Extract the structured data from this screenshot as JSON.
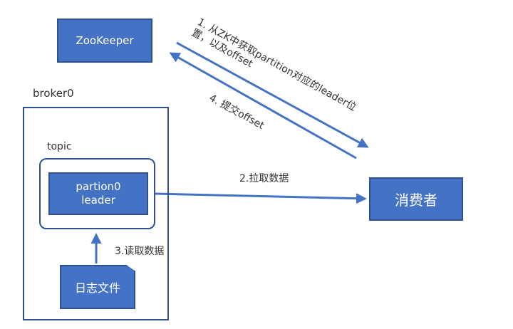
{
  "nodes": {
    "zookeeper": "ZooKeeper",
    "consumer": "消费者",
    "broker_label": "broker0",
    "topic_label": "topic",
    "partition_line1": "partion0",
    "partition_line2": "leader",
    "log_file": "日志文件"
  },
  "edges": {
    "step1_line1": "1. 从ZK中获取partition对应的leader位",
    "step1_line2": "置，以及offset",
    "step2": "2.拉取数据",
    "step3": "3.读取数据",
    "step4": "4. 提交offset"
  },
  "colors": {
    "box_fill": "#4472c4",
    "box_border": "#2f528f",
    "arrow": "#4472c4"
  }
}
